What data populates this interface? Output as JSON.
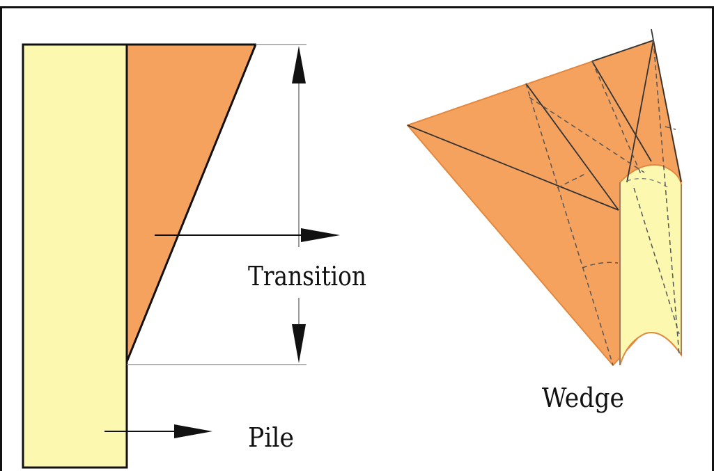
{
  "labels": {
    "transition": "Transition",
    "pile": "Pile",
    "wedge": "Wedge"
  },
  "colors": {
    "pile_fill": "#FCF8B0",
    "wedge_fill": "#F6A25F",
    "wedge_stroke": "#E2873E",
    "outline": "#111111",
    "dimension_line": "#9A9A9A"
  }
}
